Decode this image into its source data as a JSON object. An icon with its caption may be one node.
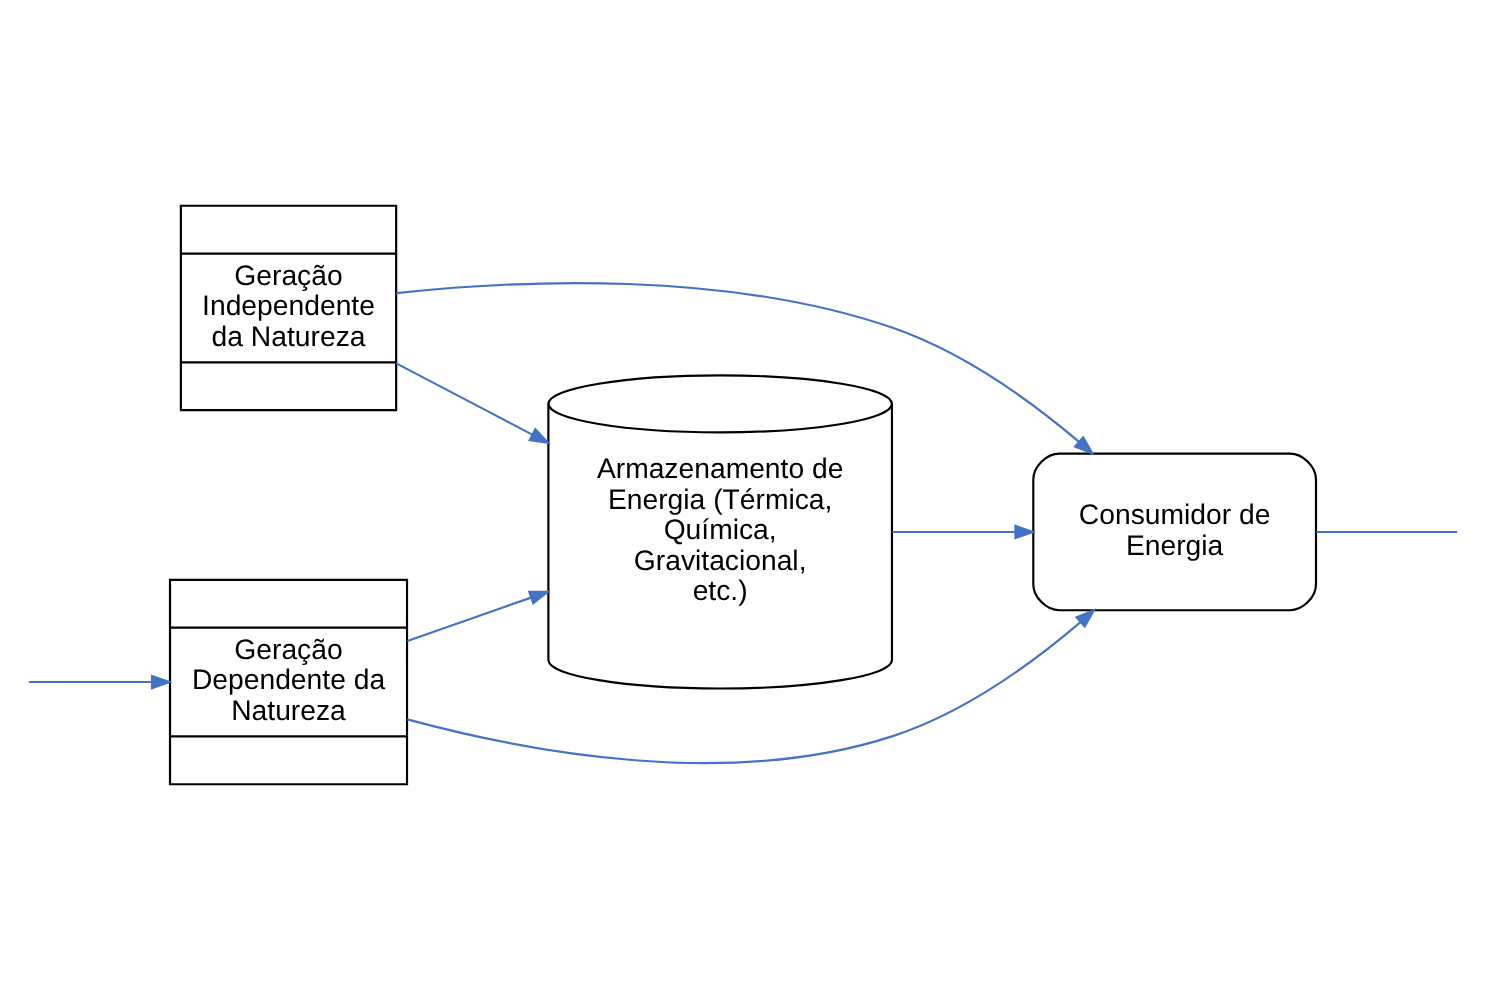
{
  "diagram": {
    "nodes": [
      {
        "text": [
          "Geração Independente da Natureza"
        ]
      },
      {
        "text": [
          "Consumidor de Energia"
        ]
      },
      {
        "text": [
          "Geração Dependente da Natureza"
        ]
      },
      {
        "text": [
          "Armazenamento de Energia (Térmica, Química, Gravitacional, etc.)"
        ]
      }
    ],
    "edges": [
      {
        "from": 0,
        "to": 1,
        "arrow": "to"
      },
      {
        "from": 0,
        "to": 3,
        "arrow": "to"
      },
      {
        "from": 2,
        "to": 1,
        "arrow": "to"
      },
      {
        "from": 2,
        "to": 3,
        "arrow": "to"
      },
      {
        "from": 3,
        "to": 1,
        "arrow": "to"
      },
      {
        "from": 1,
        "to": null,
        "arrow": "none"
      },
      {
        "from": null,
        "to": 2,
        "arrow": "to"
      }
    ]
  }
}
